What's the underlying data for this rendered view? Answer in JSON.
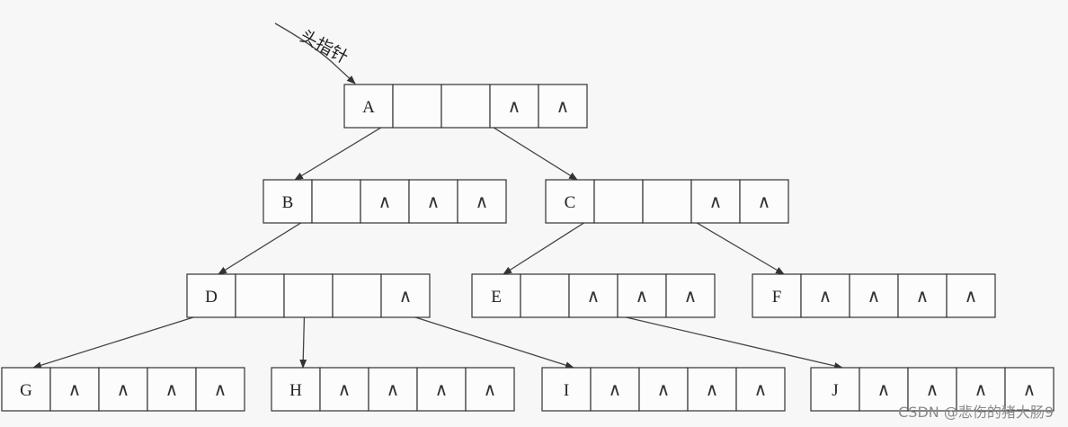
{
  "head_pointer_label": "头指针",
  "null_symbol": "∧",
  "nodes": [
    {
      "id": "A",
      "label": "A",
      "fields": [
        "ptr",
        "ptr",
        "null",
        "null"
      ]
    },
    {
      "id": "B",
      "label": "B",
      "fields": [
        "ptr",
        "null",
        "null",
        "null"
      ]
    },
    {
      "id": "C",
      "label": "C",
      "fields": [
        "ptr",
        "ptr",
        "null",
        "null"
      ]
    },
    {
      "id": "D",
      "label": "D",
      "fields": [
        "ptr",
        "ptr",
        "ptr",
        "null"
      ]
    },
    {
      "id": "E",
      "label": "E",
      "fields": [
        "ptr",
        "null",
        "null",
        "null"
      ]
    },
    {
      "id": "F",
      "label": "F",
      "fields": [
        "null",
        "null",
        "null",
        "null"
      ]
    },
    {
      "id": "G",
      "label": "G",
      "fields": [
        "null",
        "null",
        "null",
        "null"
      ]
    },
    {
      "id": "H",
      "label": "H",
      "fields": [
        "null",
        "null",
        "null",
        "null"
      ]
    },
    {
      "id": "I",
      "label": "I",
      "fields": [
        "null",
        "null",
        "null",
        "null"
      ]
    },
    {
      "id": "J",
      "label": "J",
      "fields": [
        "null",
        "null",
        "null",
        "null"
      ]
    }
  ],
  "edges": [
    {
      "from": "A",
      "field": 0,
      "to": "B"
    },
    {
      "from": "A",
      "field": 1,
      "to": "C"
    },
    {
      "from": "B",
      "field": 0,
      "to": "D"
    },
    {
      "from": "C",
      "field": 0,
      "to": "E"
    },
    {
      "from": "C",
      "field": 1,
      "to": "F"
    },
    {
      "from": "D",
      "field": 0,
      "to": "G"
    },
    {
      "from": "D",
      "field": 1,
      "to": "H"
    },
    {
      "from": "D",
      "field": 2,
      "to": "I"
    },
    {
      "from": "E",
      "field": 0,
      "to": "J"
    }
  ],
  "watermark": "CSDN @悲伤的猪大肠9"
}
